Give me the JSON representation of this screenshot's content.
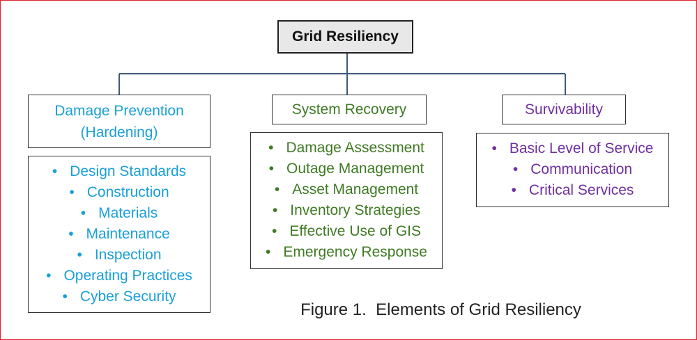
{
  "root": {
    "label": "Grid Resiliency"
  },
  "branches": [
    {
      "title_line1": "Damage Prevention",
      "title_line2": "(Hardening)",
      "color": "#1a9fd8",
      "items": [
        "Design Standards",
        "Construction",
        "Materials",
        "Maintenance",
        "Inspection",
        "Operating Practices",
        "Cyber Security"
      ]
    },
    {
      "title": "System Recovery",
      "color": "#3f7a24",
      "items": [
        "Damage Assessment",
        "Outage Management",
        "Asset Management",
        "Inventory Strategies",
        "Effective Use of GIS",
        "Emergency Response"
      ]
    },
    {
      "title": "Survivability",
      "color": "#7030a0",
      "items": [
        "Basic Level of Service",
        "Communication",
        "Critical Services"
      ]
    }
  ],
  "caption": "Figure 1.  Elements of Grid Resiliency"
}
